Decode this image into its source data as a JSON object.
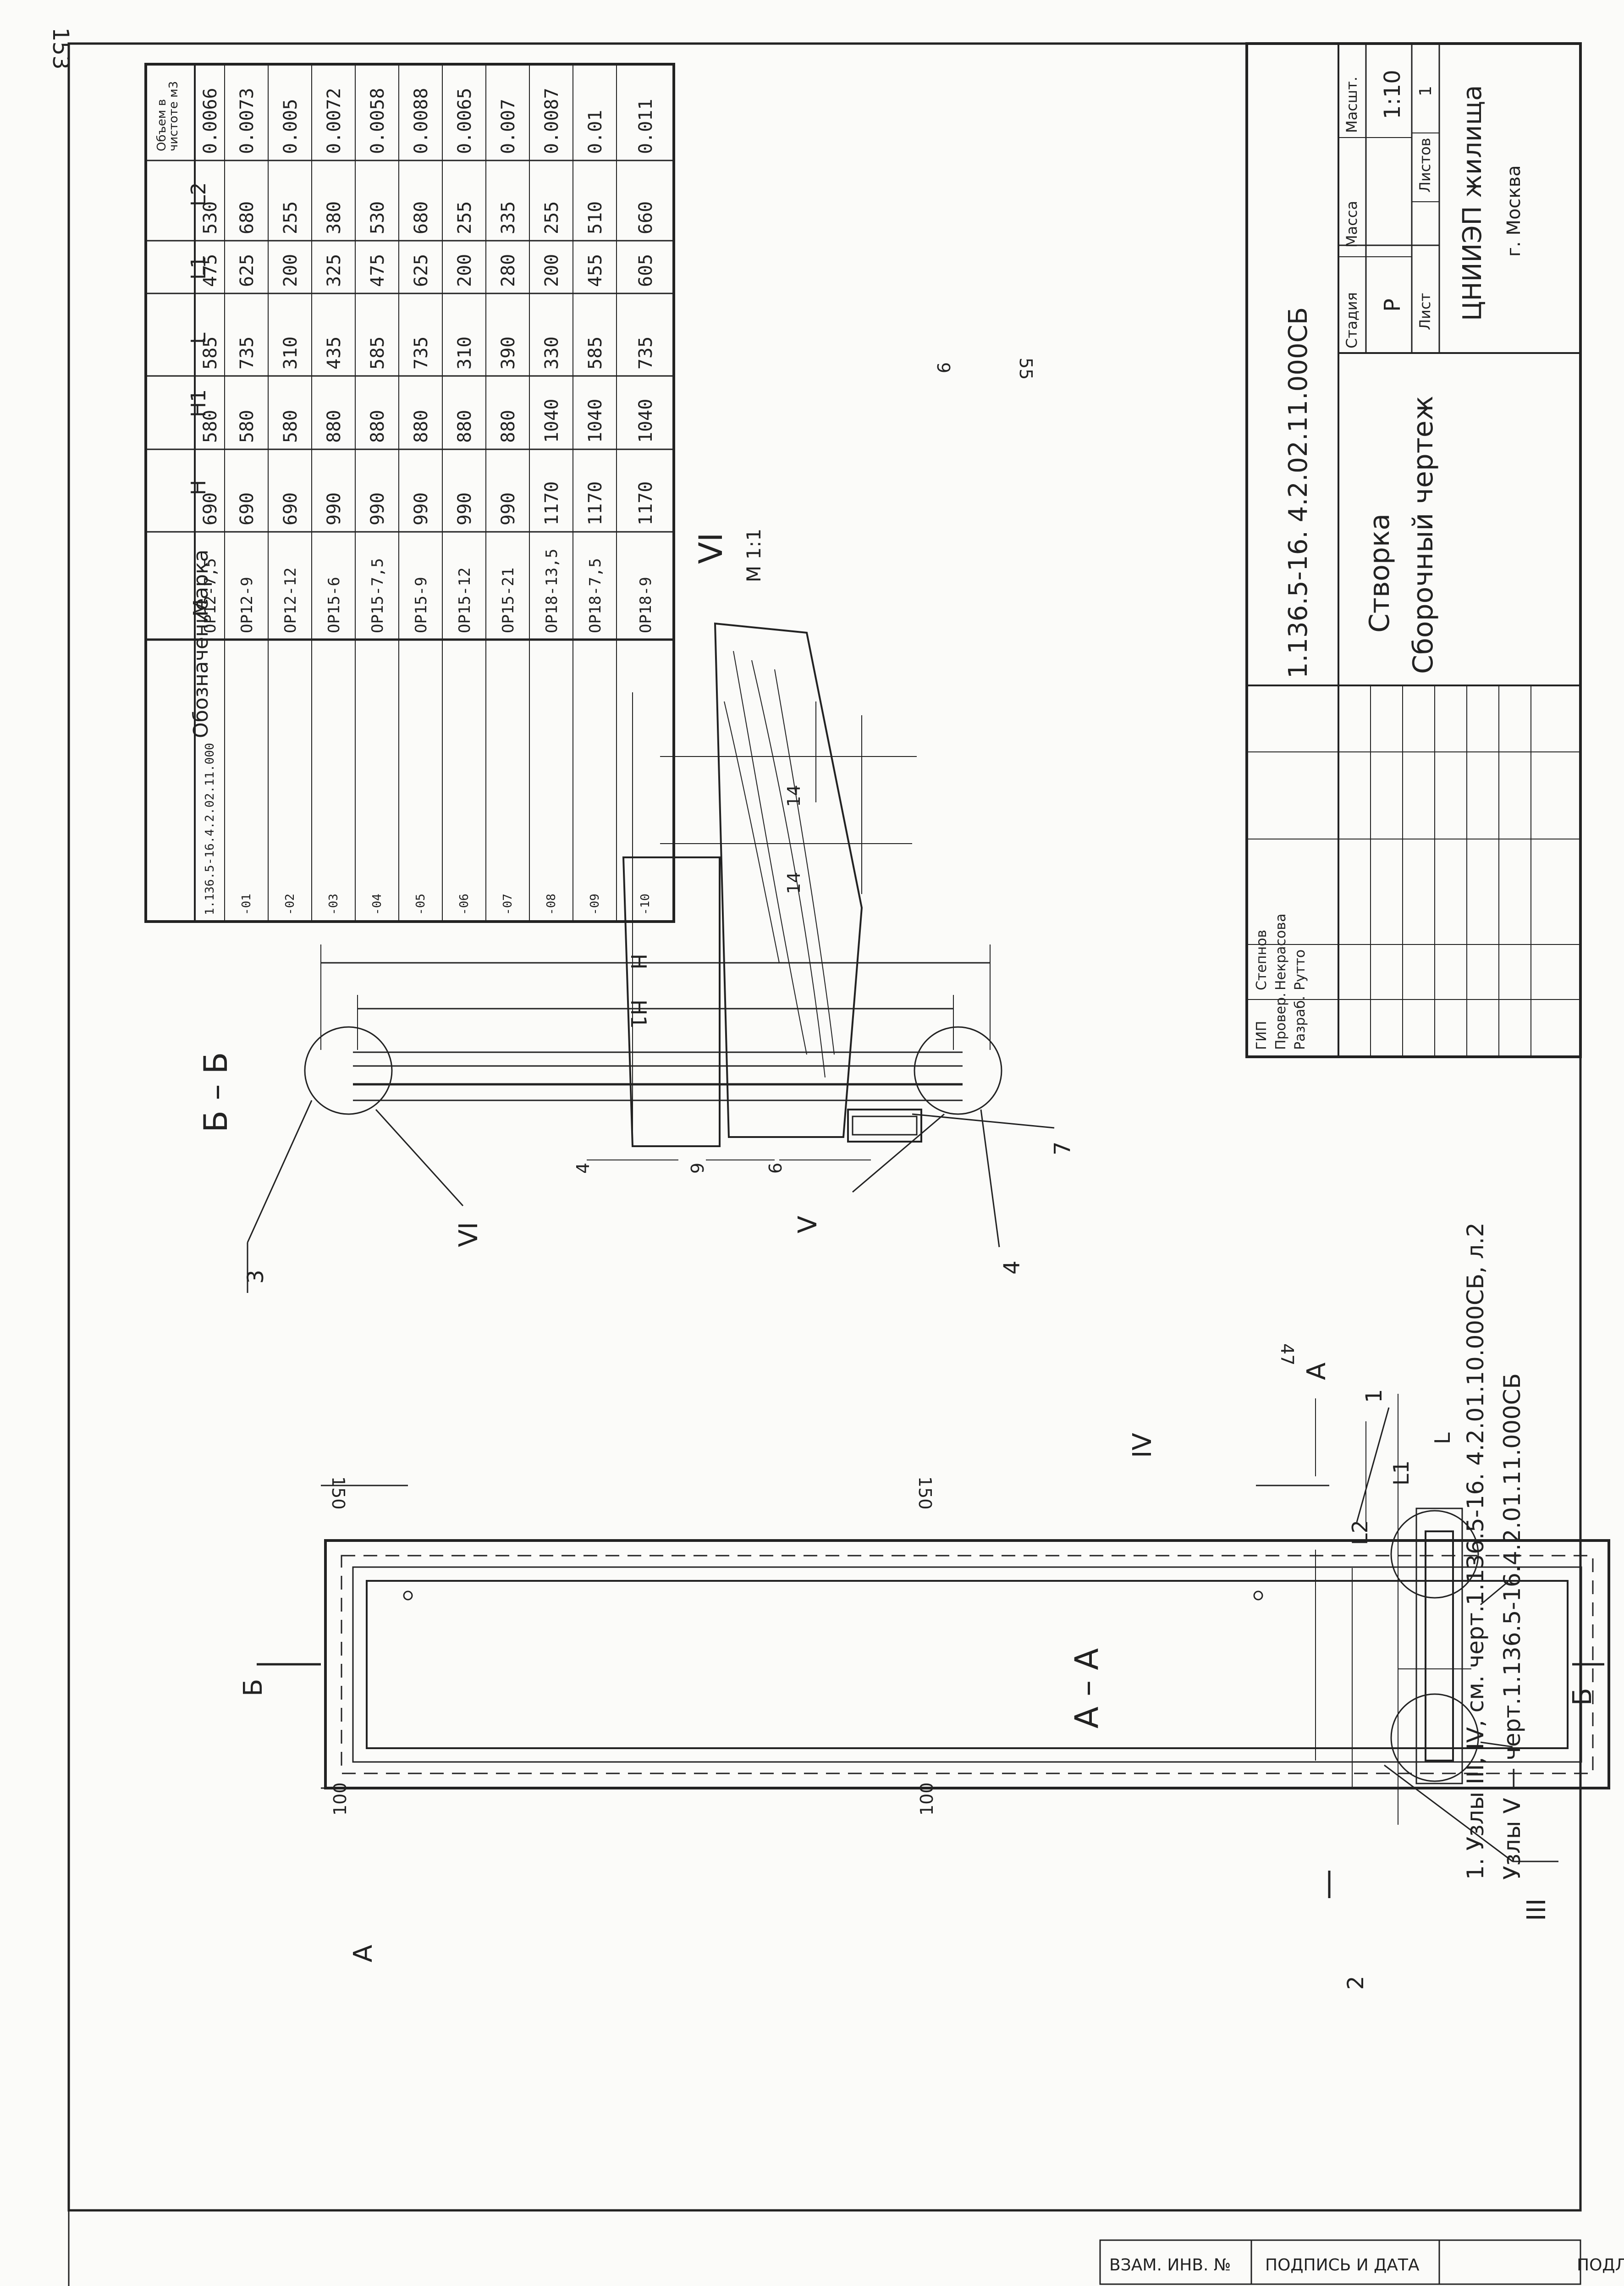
{
  "page_number": "153",
  "binding_strip": [
    "ПОДЛИННИК",
    "ПОДПИСЬ И ДАТА",
    "ВЗАМ. ИНВ. №"
  ],
  "sections": {
    "aa": "А – А",
    "bb": "Б – Б",
    "vi": "VI",
    "vi_scale": "М 1:1",
    "cut_a": "А",
    "cut_b": "Б"
  },
  "nodes": {
    "iii": "III",
    "iv": "IV",
    "v": "V",
    "vi": "VI"
  },
  "callouts": [
    "1",
    "2",
    "3",
    "4",
    "7"
  ],
  "dims": {
    "d100_left": "100",
    "d100_right": "100",
    "d150_left": "150",
    "d150_right": "150",
    "L": "L",
    "L1": "L1",
    "L2": "L2",
    "H": "Н",
    "H1": "Н1",
    "d47": "47",
    "d55": "55",
    "d9": "9",
    "d14a": "14",
    "d14b": "14",
    "d4": "4",
    "d9b": "9",
    "d6": "6"
  },
  "notes": {
    "line1": "1. Узлы III, IV,  см. черт.1.136.5-16. 4.2.01.10.000СБ, л.2",
    "line2": "Узлы V    —    черт.1.136.5-16.4.2.01.11.000СБ"
  },
  "spec_table": {
    "headers": [
      "Обозначение",
      "Марка",
      "Н",
      "Н1",
      "L",
      "L1",
      "L2",
      "Объем в чистоте м3"
    ],
    "rows": [
      [
        "1.136.5-16.4.2.02.11.000",
        "ОР12-7,5",
        "690",
        "580",
        "585",
        "475",
        "530",
        "0.0066"
      ],
      [
        "-01",
        "ОР12-9",
        "690",
        "580",
        "735",
        "625",
        "680",
        "0.0073"
      ],
      [
        "-02",
        "ОР12-12",
        "690",
        "580",
        "310",
        "200",
        "255",
        "0.005"
      ],
      [
        "-03",
        "ОР15-6",
        "990",
        "880",
        "435",
        "325",
        "380",
        "0.0072"
      ],
      [
        "-04",
        "ОР15-7,5",
        "990",
        "880",
        "585",
        "475",
        "530",
        "0.0058"
      ],
      [
        "-05",
        "ОР15-9",
        "990",
        "880",
        "735",
        "625",
        "680",
        "0.0088"
      ],
      [
        "-06",
        "ОР15-12",
        "990",
        "880",
        "310",
        "200",
        "255",
        "0.0065"
      ],
      [
        "-07",
        "ОР15-21",
        "990",
        "880",
        "390",
        "280",
        "335",
        "0.007"
      ],
      [
        "-08",
        "ОР18-13,5",
        "1170",
        "1040",
        "330",
        "200",
        "255",
        "0.0087"
      ],
      [
        "-09",
        "ОР18-7,5",
        "1170",
        "1040",
        "585",
        "455",
        "510",
        "0.01"
      ],
      [
        "-10",
        "ОР18-9",
        "1170",
        "1040",
        "735",
        "605",
        "660",
        "0.011"
      ]
    ]
  },
  "title_block": {
    "doc_code": "1.136.5-16. 4.2.02.11.000СБ",
    "title1": "Створка",
    "title2": "Сборочный чертеж",
    "stage_label": "Стадия",
    "mass_label": "Масса",
    "scale_label": "Масшт.",
    "stage_value": "Р",
    "scale_value": "1:10",
    "sheet_label": "Лист",
    "sheets_label": "Листов",
    "sheets_value": "1",
    "org": "ЦНИИЭП жилища",
    "city": "г. Москва",
    "people": [
      {
        "role": "ГИП",
        "name": "Степнов"
      },
      {
        "role": "Провер.",
        "name": "Некрасова"
      },
      {
        "role": "Разраб.",
        "name": "Рутто"
      }
    ]
  }
}
